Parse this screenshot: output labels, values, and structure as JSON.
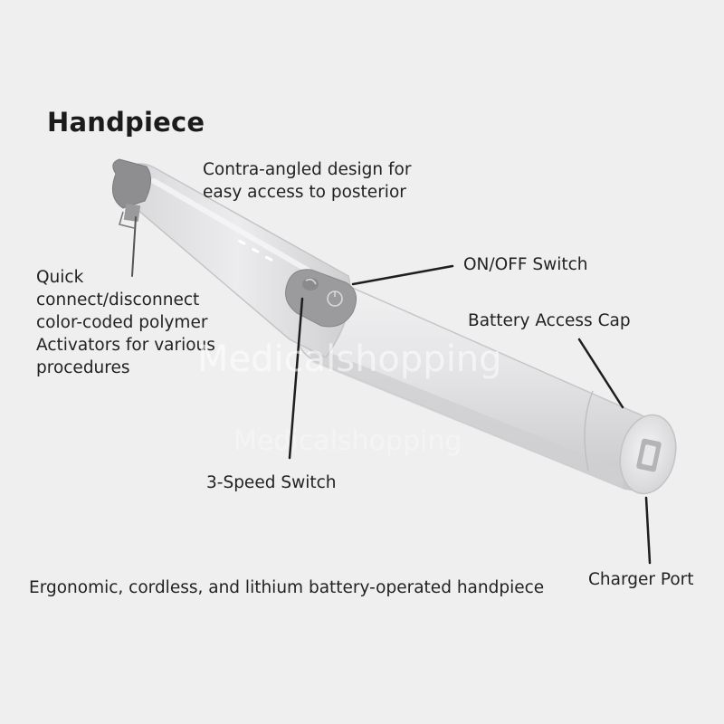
{
  "title": "Handpiece",
  "labels": {
    "contra": "Contra-angled design for\neasy access to posterior",
    "on_off": "ON/OFF Switch",
    "quick": "Quick\nconnect/disconnect\ncolor-coded polymer\nActivators for various\nprocedures",
    "battery_cap": "Battery Access Cap",
    "speed": "3-Speed Switch",
    "ergonomic": "Ergonomic, cordless, and lithium battery-operated handpiece",
    "charger": "Charger Port"
  },
  "watermark": "Medicalshopping",
  "colors": {
    "background": "#efefef",
    "body": "#e3e3e5",
    "body_shadow": "#c9c9cc",
    "tip": "#8d8d90",
    "button": "#9a9a9d",
    "leader_line": "#1e1e1e"
  }
}
